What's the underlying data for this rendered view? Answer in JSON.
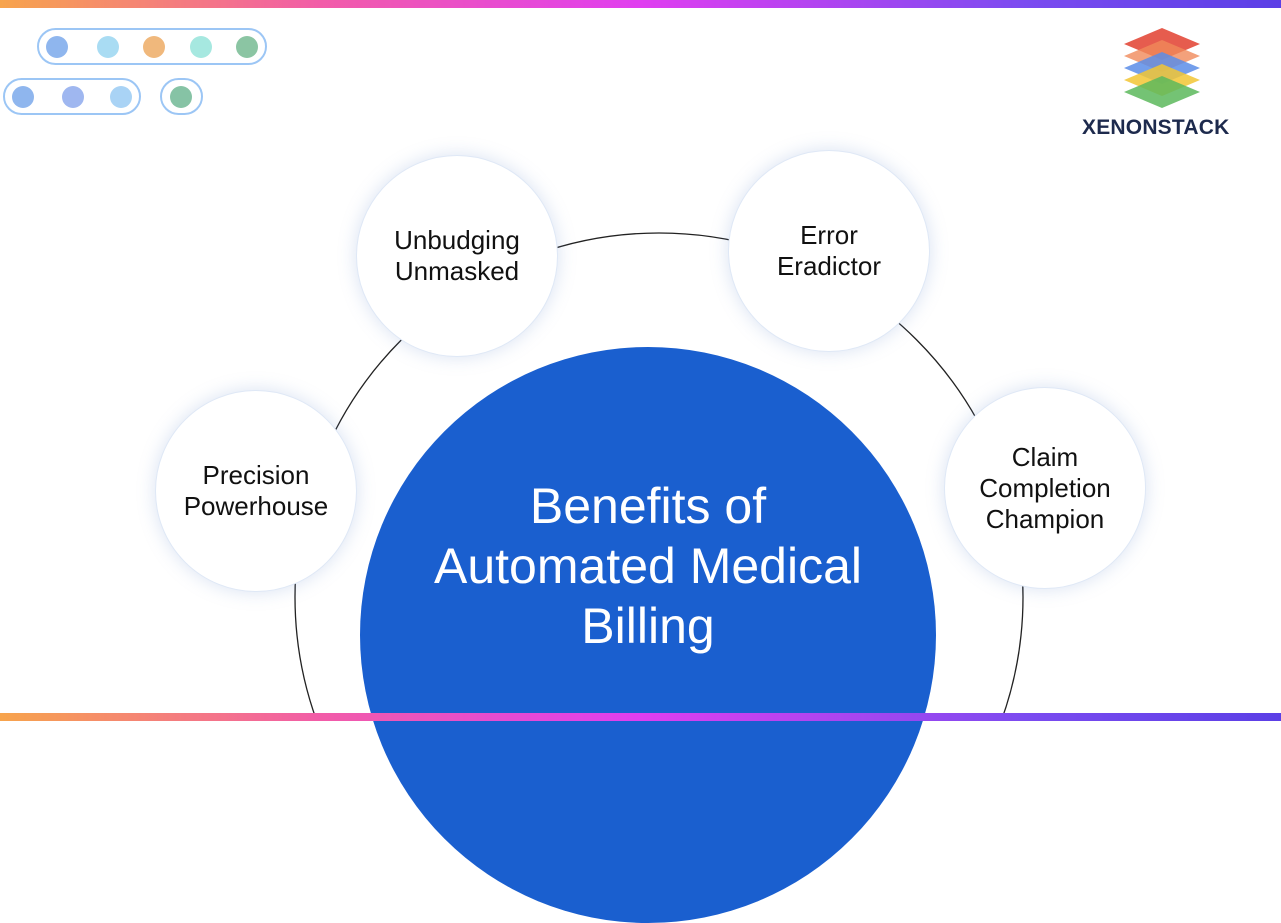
{
  "brand": {
    "name": "XENONSTACK"
  },
  "diagram": {
    "center_title": [
      "Benefits of",
      "Automated Medical",
      "Billing"
    ],
    "nodes": [
      {
        "id": "precision",
        "lines": [
          "Precision",
          "Powerhouse"
        ]
      },
      {
        "id": "unbudging",
        "lines": [
          "Unbudging",
          "Unmasked"
        ]
      },
      {
        "id": "error",
        "lines": [
          "Error",
          "Eradictor"
        ]
      },
      {
        "id": "claim",
        "lines": [
          "Claim",
          "Completion",
          "Champion"
        ]
      }
    ]
  },
  "colors": {
    "center_fill": "#1a5fcf",
    "pill_border": "#9cc6f5",
    "logo_text": "#1d2a4d"
  }
}
